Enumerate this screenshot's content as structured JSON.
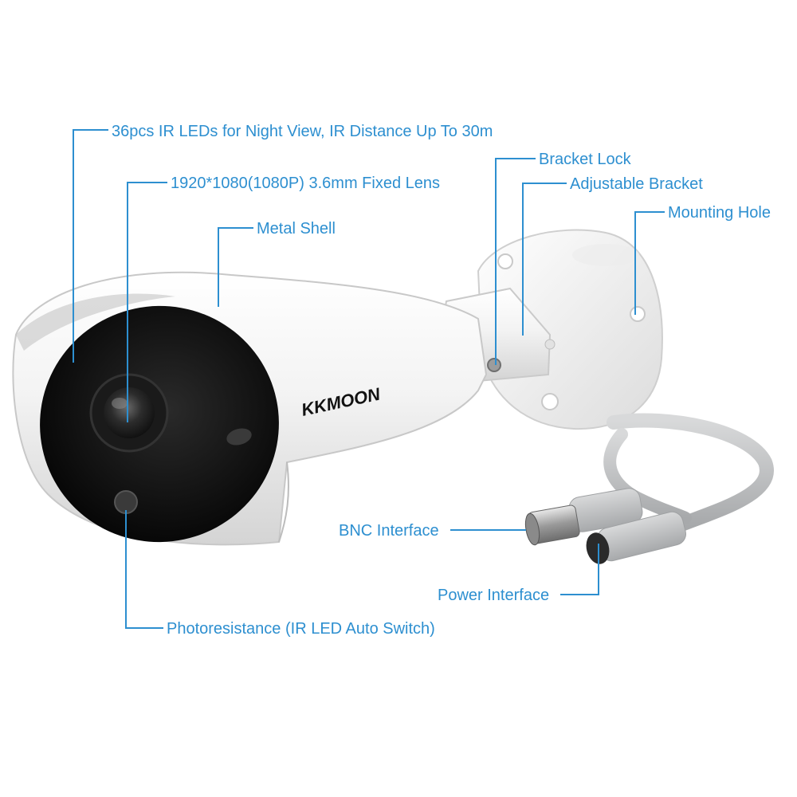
{
  "brand": {
    "logo_text": "KKMOON"
  },
  "callouts": {
    "ir_leds": "36pcs IR LEDs for Night View, IR Distance Up To 30m",
    "lens": "1920*1080(1080P) 3.6mm Fixed Lens",
    "metal_shell": "Metal Shell",
    "bracket_lock": "Bracket Lock",
    "adjustable_bracket": "Adjustable Bracket",
    "mounting_hole": "Mounting Hole",
    "bnc_interface": "BNC Interface",
    "power_interface": "Power Interface",
    "photoresistance": "Photoresistance (IR LED Auto Switch)"
  },
  "colors": {
    "accent": "#2d8fd0",
    "camera_body": "#f2f2f2",
    "lens_face": "#0c0c0c",
    "cable": "#b9bcbf",
    "bnc_metal": "#a8a8a8"
  }
}
